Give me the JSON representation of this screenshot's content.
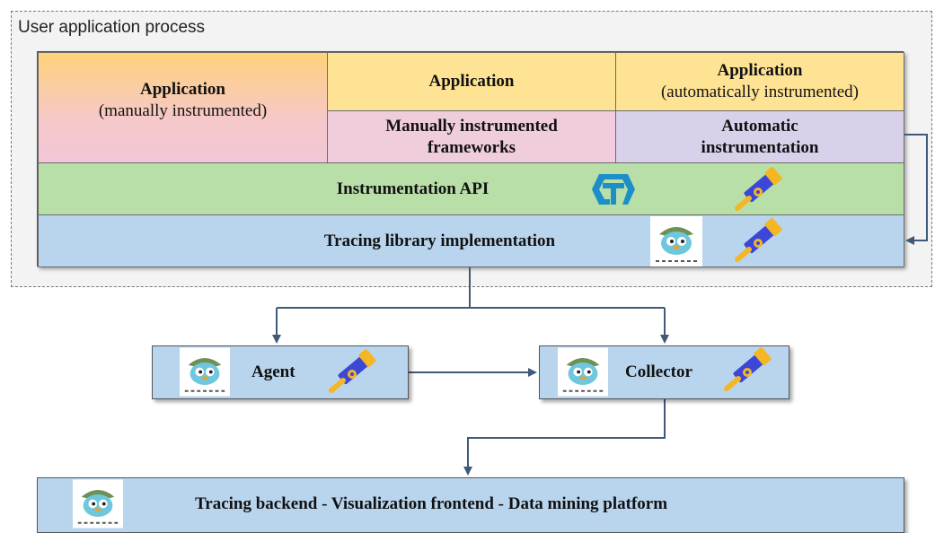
{
  "process": {
    "label": "User application process"
  },
  "stack": {
    "app_manual": {
      "title": "Application",
      "subtitle": "(manually instrumented)"
    },
    "app_framework": {
      "title": "Application"
    },
    "app_auto": {
      "title": "Application",
      "subtitle": "(automatically instrumented)"
    },
    "frameworks": {
      "line1": "Manually instrumented",
      "line2": "frameworks"
    },
    "auto_instr": {
      "line1": "Automatic",
      "line2": "instrumentation"
    },
    "api": {
      "label": "Instrumentation API"
    },
    "tracing_lib": {
      "label": "Tracing library implementation"
    }
  },
  "agent": {
    "label": "Agent"
  },
  "collector": {
    "label": "Collector"
  },
  "backend": {
    "label": "Tracing backend - Visualization frontend - Data mining platform"
  },
  "colors": {
    "app_gradient": [
      "#ffd27a",
      "#f3c6d6"
    ],
    "application": "#ffe394",
    "frameworks": "#f0cddd",
    "automatic": "#d9d0ea",
    "api": "#b8dfa7",
    "tracing": "#b9d5ee",
    "arrow": "#3e5a78"
  },
  "icons": [
    "opentracing-logo-icon",
    "jaeger-mascot-icon",
    "telescope-icon"
  ]
}
